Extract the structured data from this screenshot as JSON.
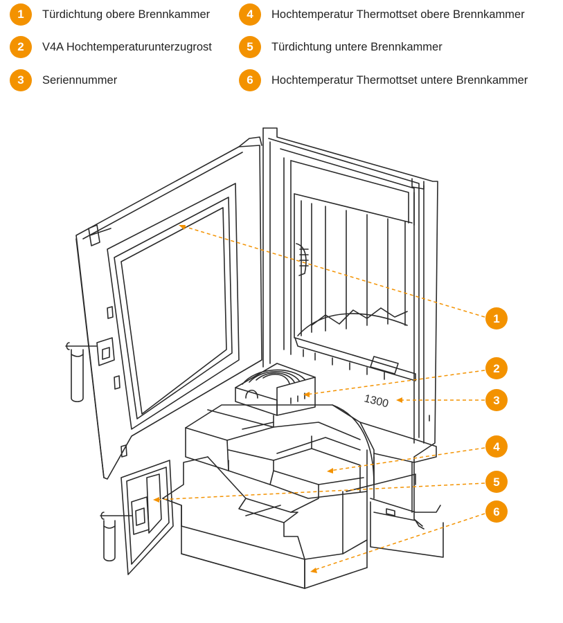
{
  "colors": {
    "accent": "#f39200",
    "line": "#2a2a2a",
    "leader": "#f39200"
  },
  "legend": [
    {
      "num": "1",
      "label": "Türdichtung obere Brennkammer"
    },
    {
      "num": "2",
      "label": "V4A Hochtemperaturunterzugrost"
    },
    {
      "num": "3",
      "label": "Seriennummer"
    },
    {
      "num": "4",
      "label": "Hochtemperatur Thermottset obere Brennkammer"
    },
    {
      "num": "5",
      "label": "Türdichtung untere Brennkammer"
    },
    {
      "num": "6",
      "label": "Hochtemperatur Thermottset untere Brennkammer"
    }
  ],
  "diagram": {
    "serial_text": "1300"
  }
}
